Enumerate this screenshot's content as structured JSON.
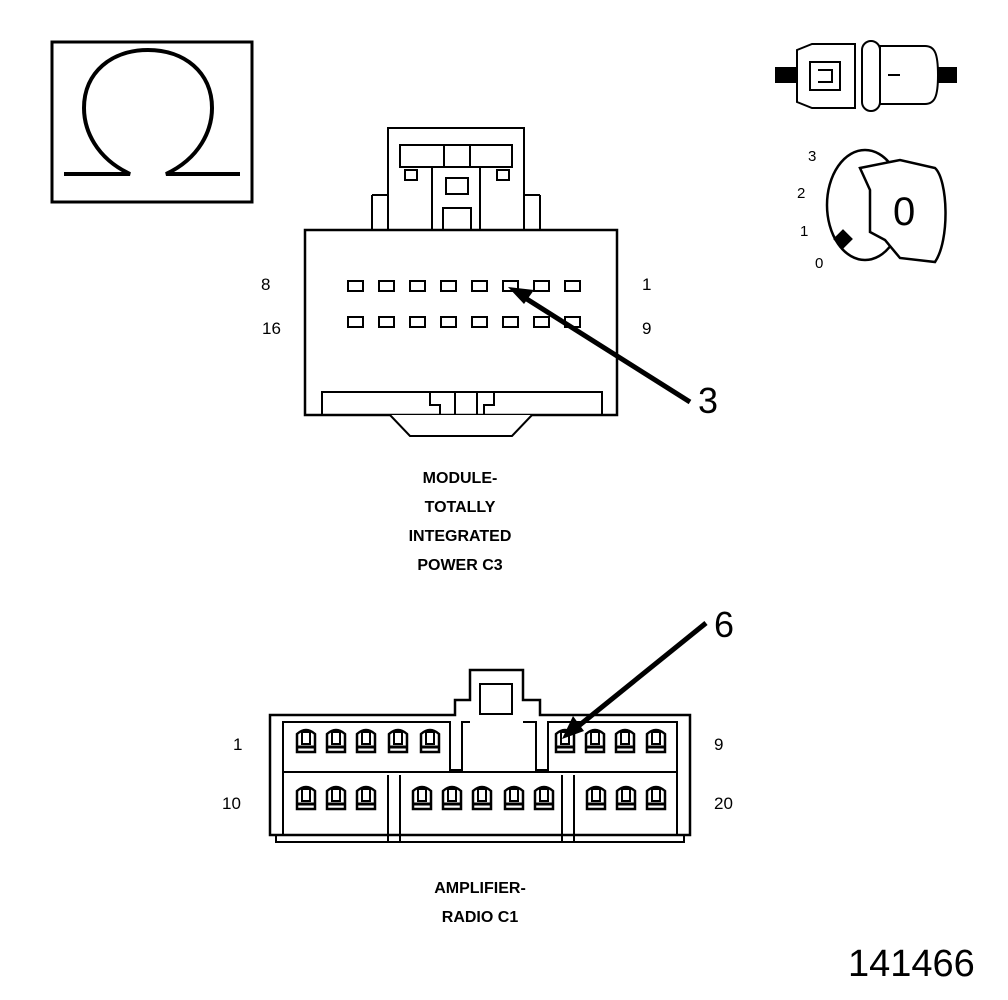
{
  "ohm_meter": {
    "icon": "ohm-symbol"
  },
  "ignition_switch": {
    "positions": [
      "3",
      "2",
      "1",
      "0"
    ],
    "key_label": "0"
  },
  "c3_connector": {
    "pin_labels": {
      "top_left": "8",
      "top_right": "1",
      "bottom_left": "16",
      "bottom_right": "9"
    },
    "callout": "3",
    "caption": [
      "MODULE-",
      "TOTALLY",
      "INTEGRATED",
      "POWER C3"
    ]
  },
  "c1_connector": {
    "pin_labels": {
      "top_left": "1",
      "top_right": "9",
      "bottom_left": "10",
      "bottom_right": "20"
    },
    "callout": "6",
    "caption": [
      "AMPLIFIER-",
      "RADIO C1"
    ]
  },
  "figure_number": "141466"
}
